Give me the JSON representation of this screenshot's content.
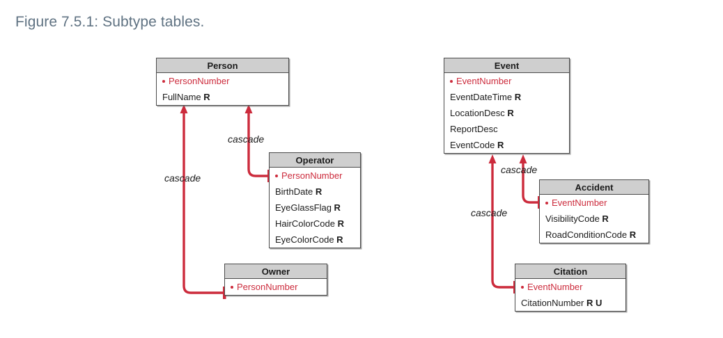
{
  "figure": {
    "title": "Figure 7.5.1: Subtype tables.",
    "title_color": "#5f7282"
  },
  "colors": {
    "relationship_red": "#cc2b3c",
    "header_fill": "#cfcfcf",
    "border": "#4a4a4a",
    "text": "#1b1b1b",
    "background": "#ffffff"
  },
  "tables": {
    "person": {
      "name": "Person",
      "attributes": [
        {
          "label": "PersonNumber",
          "flags": "",
          "primary_key": true
        },
        {
          "label": "FullName",
          "flags": "R",
          "primary_key": false
        }
      ]
    },
    "operator": {
      "name": "Operator",
      "attributes": [
        {
          "label": "PersonNumber",
          "flags": "",
          "primary_key": true
        },
        {
          "label": "BirthDate",
          "flags": "R",
          "primary_key": false
        },
        {
          "label": "EyeGlassFlag",
          "flags": "R",
          "primary_key": false
        },
        {
          "label": "HairColorCode",
          "flags": "R",
          "primary_key": false
        },
        {
          "label": "EyeColorCode",
          "flags": "R",
          "primary_key": false
        }
      ]
    },
    "owner": {
      "name": "Owner",
      "attributes": [
        {
          "label": "PersonNumber",
          "flags": "",
          "primary_key": true
        }
      ]
    },
    "event": {
      "name": "Event",
      "attributes": [
        {
          "label": "EventNumber",
          "flags": "",
          "primary_key": true
        },
        {
          "label": "EventDateTime",
          "flags": "R",
          "primary_key": false
        },
        {
          "label": "LocationDesc",
          "flags": "R",
          "primary_key": false
        },
        {
          "label": "ReportDesc",
          "flags": "",
          "primary_key": false
        },
        {
          "label": "EventCode",
          "flags": "R",
          "primary_key": false
        }
      ]
    },
    "accident": {
      "name": "Accident",
      "attributes": [
        {
          "label": "EventNumber",
          "flags": "",
          "primary_key": true
        },
        {
          "label": "VisibilityCode",
          "flags": "R",
          "primary_key": false
        },
        {
          "label": "RoadConditionCode",
          "flags": "R",
          "primary_key": false
        }
      ]
    },
    "citation": {
      "name": "Citation",
      "attributes": [
        {
          "label": "EventNumber",
          "flags": "",
          "primary_key": true
        },
        {
          "label": "CitationNumber",
          "flags": "R U",
          "primary_key": false
        }
      ]
    }
  },
  "relationships": [
    {
      "id": "owner-to-person",
      "label": "cascade",
      "from": "Owner",
      "to": "Person"
    },
    {
      "id": "operator-to-person",
      "label": "cascade",
      "from": "Operator",
      "to": "Person"
    },
    {
      "id": "citation-to-event",
      "label": "cascade",
      "from": "Citation",
      "to": "Event"
    },
    {
      "id": "accident-to-event",
      "label": "cascade",
      "from": "Accident",
      "to": "Event"
    }
  ]
}
